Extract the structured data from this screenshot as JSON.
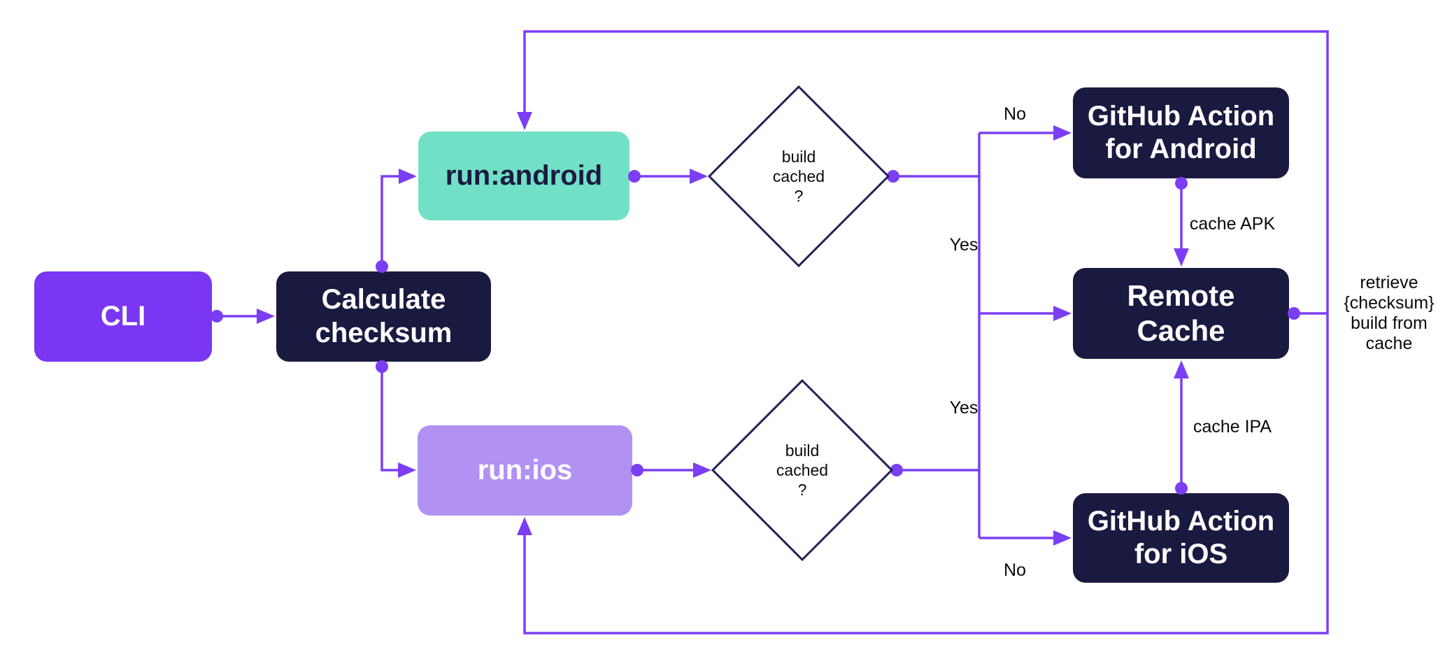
{
  "diagram": {
    "colors": {
      "background": "#ffffff",
      "connector": "#7c3ef4",
      "purple": "#7a36f2",
      "navy": "#1a1a40",
      "teal": "#71e0c6",
      "light_purple": "#b192f3",
      "diamond_border": "#1f2354",
      "label_text": "#0a0a0a"
    },
    "nodes": {
      "cli": {
        "label": "CLI"
      },
      "calculate_checksum": {
        "label": "Calculate\nchecksum"
      },
      "run_android": {
        "label": "run:android"
      },
      "run_ios": {
        "label": "run:ios"
      },
      "github_action_android": {
        "label": "GitHub Action\nfor Android"
      },
      "remote_cache": {
        "label": "Remote\nCache"
      },
      "github_action_ios": {
        "label": "GitHub Action\nfor iOS"
      },
      "decision_android": {
        "label": "build\ncached\n?"
      },
      "decision_ios": {
        "label": "build\ncached\n?"
      }
    },
    "edge_labels": {
      "no_android": "No",
      "yes_android": "Yes",
      "yes_ios": "Yes",
      "no_ios": "No",
      "cache_apk": "cache APK",
      "cache_ipa": "cache IPA",
      "retrieve": "retrieve\n{checksum}\nbuild from\ncache"
    }
  }
}
